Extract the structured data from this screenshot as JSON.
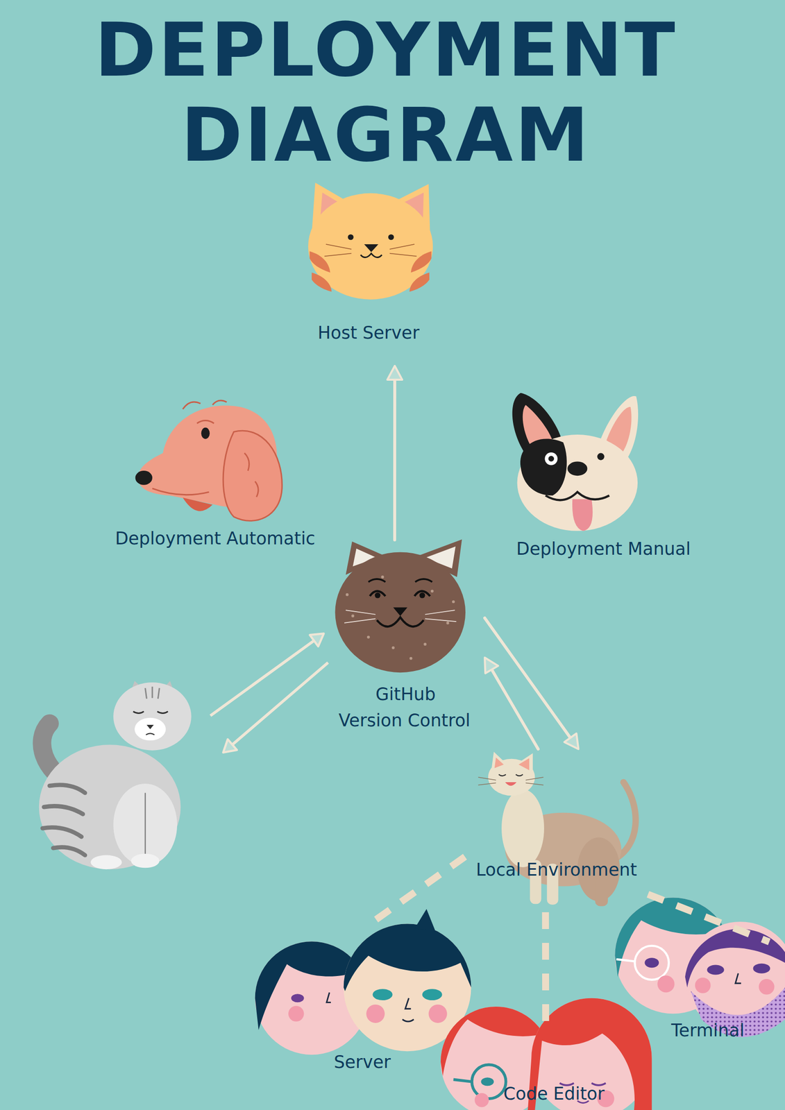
{
  "diagram": {
    "title": "DEPLOYMENT DIAGRAM",
    "nodes": [
      {
        "text": [
          "Host Server"
        ]
      },
      {
        "text": [
          "Deployment Automatic"
        ]
      },
      {
        "text": [
          "Deployment Manual"
        ]
      },
      {
        "text": [
          "GitHub Version Control"
        ]
      },
      {
        "text": [
          "Local Environment"
        ]
      },
      {
        "text": [
          "Server"
        ]
      },
      {
        "text": [
          "Code Editor"
        ]
      },
      {
        "text": [
          "Terminal"
        ]
      }
    ],
    "edges": [
      {
        "from": 3,
        "to": 0,
        "arrow": "to"
      },
      {
        "from": 3,
        "to": 4,
        "arrow": "to"
      },
      {
        "from": 4,
        "to": 3,
        "arrow": "to"
      },
      {
        "from": 4,
        "to": 5,
        "arrow": "none"
      },
      {
        "from": 4,
        "to": 6,
        "arrow": "none"
      },
      {
        "from": 4,
        "to": 7,
        "arrow": "none"
      }
    ]
  }
}
